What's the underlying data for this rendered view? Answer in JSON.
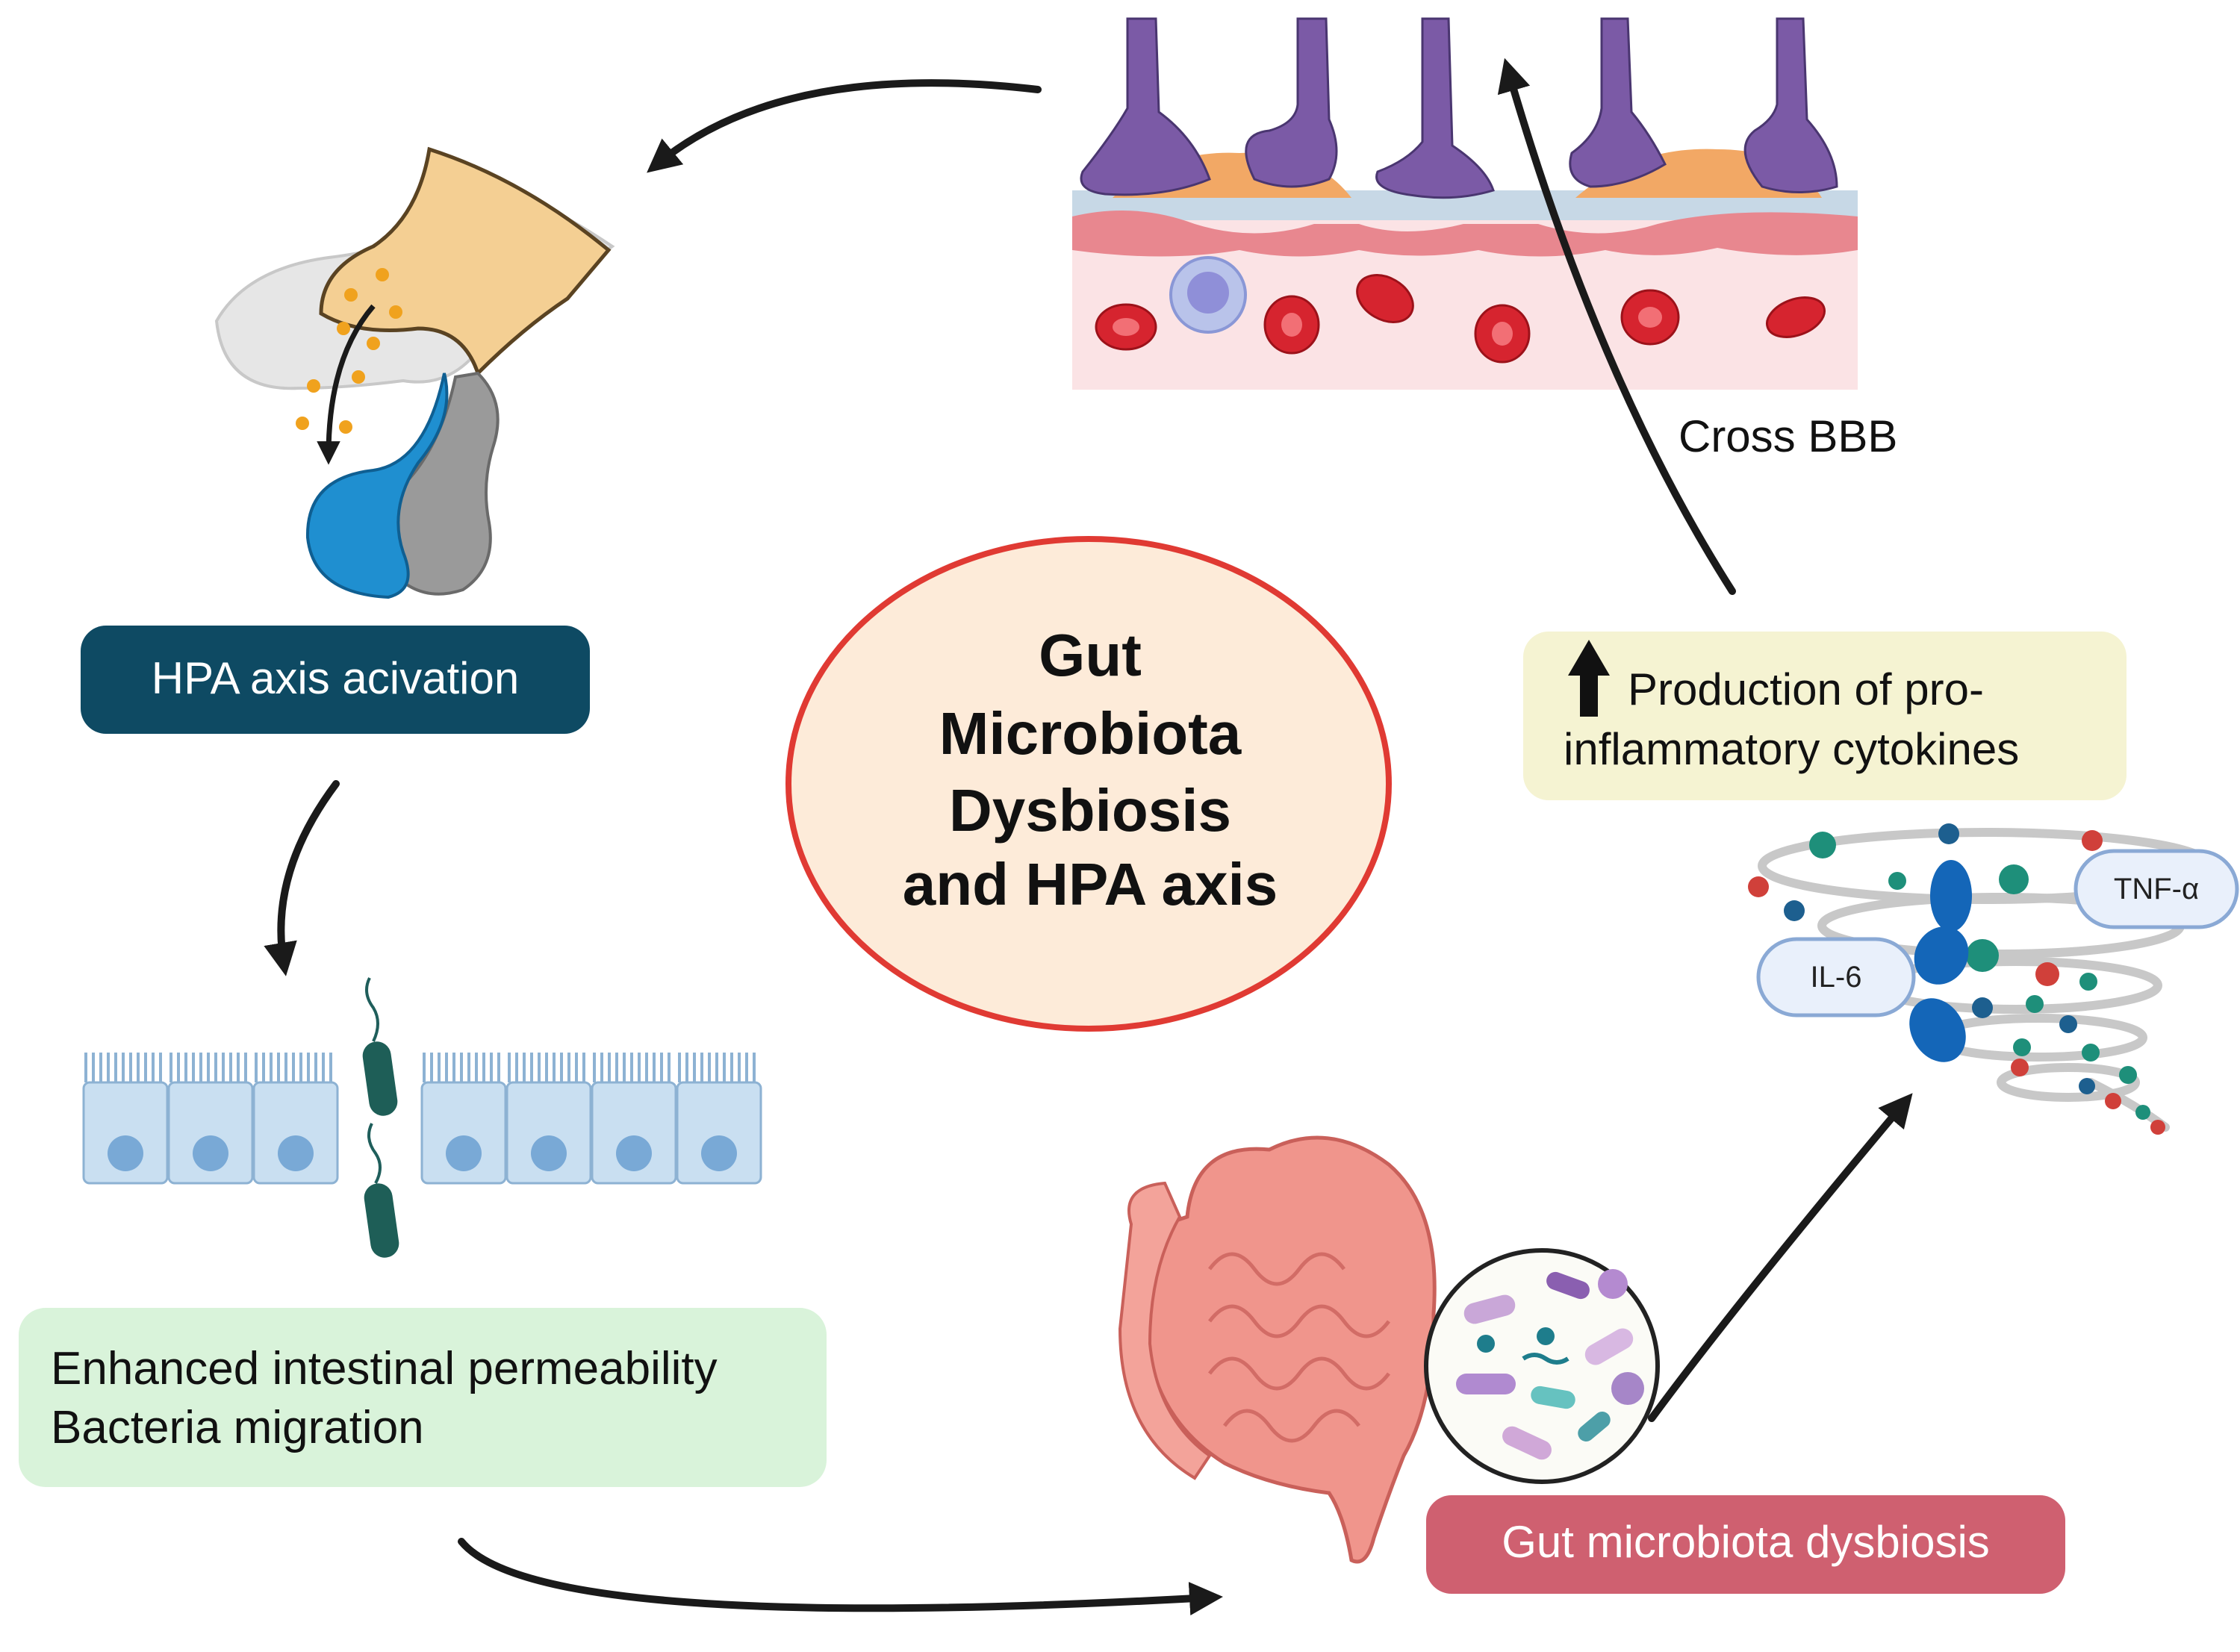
{
  "center": {
    "lines": [
      "Gut",
      "Microbiota",
      "Dysbiosis",
      "and HPA axis"
    ],
    "fill": "#fdebd9",
    "stroke": "#e03a33"
  },
  "labels": {
    "hpa_activation": "HPA axis acivation",
    "permeability_line1": "Enhanced intestinal permeability",
    "permeability_line2": "Bacteria migration",
    "dysbiosis": "Gut microbiota dysbiosis",
    "cytokines_line1": "Production of pro-",
    "cytokines_line2": "inflammatory cytokines",
    "cross_bbb": "Cross BBB",
    "tnf": "TNF-α",
    "il6": "IL-6"
  },
  "colors": {
    "hpa_box": "#0e4a63",
    "permeability_box": "#d9f3da",
    "dysbiosis_box": "#cf6070",
    "cytokine_box": "#f5f3d2",
    "arrow": "#1a1a1a"
  },
  "icons": [
    "hypothalamus-pituitary-icon",
    "blood-brain-barrier-icon",
    "intestinal-epithelium-icon",
    "intestine-icon",
    "microbes-magnifier-icon",
    "cytokine-storm-icon",
    "up-arrow-icon"
  ]
}
